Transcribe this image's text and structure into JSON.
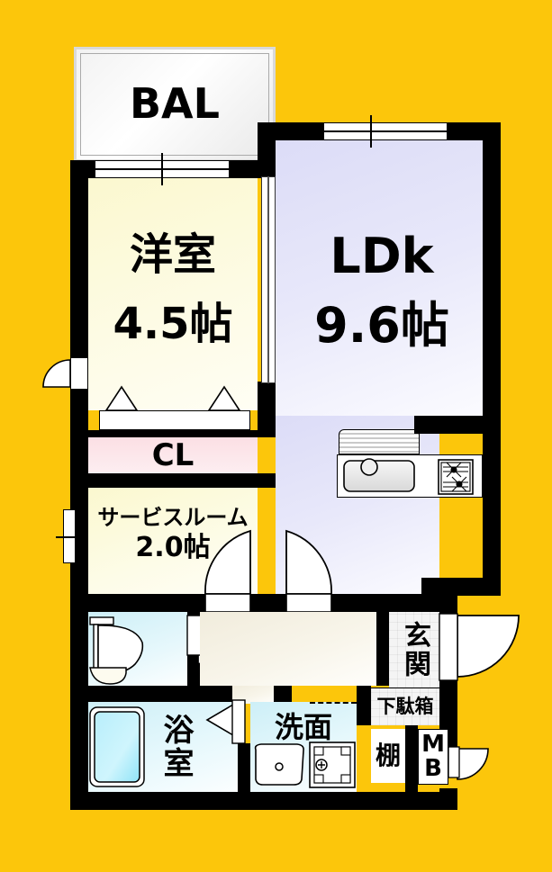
{
  "plan": {
    "background_color": "#FCC60B",
    "wall_color": "#000000",
    "title_note": "apartment floor plan"
  },
  "rooms": [
    {
      "key": "balcony",
      "label": "BAL",
      "sub": "",
      "fill": "#f2f2f2"
    },
    {
      "key": "bedroom",
      "label": "洋室",
      "sub": "4.5帖",
      "fill": "#fbf8cf"
    },
    {
      "key": "ldk",
      "label": "LDk",
      "sub": "9.6帖",
      "fill": "#dcdcf7"
    },
    {
      "key": "closet",
      "label": "CL",
      "sub": "",
      "fill": "#fbdfe4"
    },
    {
      "key": "service",
      "label": "サービスルーム",
      "sub": "2.0帖",
      "fill": "#fbf8cf"
    },
    {
      "key": "bath",
      "label": "浴室",
      "sub": "",
      "fill": "#cdeff7"
    },
    {
      "key": "washroom",
      "label": "洗面",
      "sub": "",
      "fill": "#cdeff7"
    },
    {
      "key": "genkan",
      "label": "玄関",
      "sub": "",
      "fill": "#f4f4f4"
    },
    {
      "key": "getabako",
      "label": "下駄箱",
      "sub": "",
      "fill": "#f4f4f4"
    },
    {
      "key": "tana",
      "label": "棚",
      "sub": "",
      "fill": "#ffffff"
    },
    {
      "key": "mb",
      "label": "MB",
      "sub": "",
      "fill": "#ffffff"
    }
  ],
  "labels": {
    "balcony": "BAL",
    "bedroom_name": "洋室",
    "bedroom_size": "4.5帖",
    "ldk_name": "LDk",
    "ldk_size": "9.6帖",
    "closet": "CL",
    "service_name": "サービスルーム",
    "service_size": "2.0帖",
    "bath": "浴室",
    "washroom": "洗面",
    "genkan": "玄関",
    "getabako": "下駄箱",
    "tana": "棚",
    "mb": "MB"
  },
  "fixtures": [
    {
      "name": "kitchen-sink",
      "room": "ldk"
    },
    {
      "name": "gas-stove",
      "room": "ldk"
    },
    {
      "name": "range-hood",
      "room": "ldk"
    },
    {
      "name": "bathtub",
      "room": "bath"
    },
    {
      "name": "wash-basin",
      "room": "washroom"
    },
    {
      "name": "washing-machine-pan",
      "room": "washroom"
    },
    {
      "name": "toilet",
      "room": "toilet"
    }
  ]
}
